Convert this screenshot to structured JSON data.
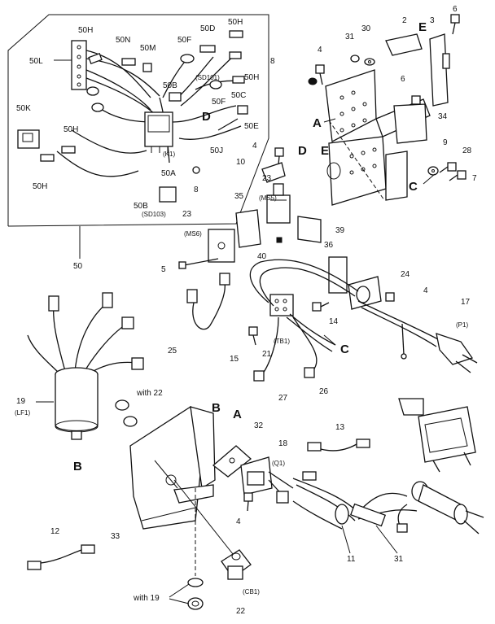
{
  "labels": {
    "n50H_a": "50H",
    "n50N": "50N",
    "n50M": "50M",
    "n50F_a": "50F",
    "n50D": "50D",
    "n50H_b": "50H",
    "n50L": "50L",
    "n50H_c": "50H",
    "nSD101": "(SD101)",
    "n50B_a": "50B",
    "n50C": "50C",
    "n50F_b": "50F",
    "n50K": "50K",
    "n50H_d": "50H",
    "n50E": "50E",
    "nK1": "(K1)",
    "n50J": "50J",
    "n50A": "50A",
    "n50H_e": "50H",
    "n50B_b": "50B",
    "nSD103": "(SD103)",
    "n8_a": "8",
    "n50": "50",
    "n4_a": "4",
    "n8_b": "8",
    "n31_a": "31",
    "n30": "30",
    "n2": "2",
    "n3": "3",
    "n6_a": "6",
    "n6_b": "6",
    "n34": "34",
    "n4_b": "4",
    "n10": "10",
    "n23_a": "23",
    "nMS5": "(MS5)",
    "n9": "9",
    "n28": "28",
    "n7": "7",
    "n35": "35",
    "n23_b": "23",
    "nMS6": "(MS6)",
    "n39": "39",
    "n40": "40",
    "n5": "5",
    "n36": "36",
    "n24": "24",
    "n4_c": "4",
    "n17": "17",
    "nP1": "(P1)",
    "n14": "14",
    "n25": "25",
    "n15": "15",
    "n21": "21",
    "nTB1": "(TB1)",
    "n27": "27",
    "n26": "26",
    "n19_a": "19",
    "nLF1": "(LF1)",
    "nwith22": "with 22",
    "n13": "13",
    "n32": "32",
    "n18": "18",
    "nQ1": "(Q1)",
    "n4_d": "4",
    "n11": "11",
    "n31_b": "31",
    "n12": "12",
    "n33": "33",
    "nCB1": "(CB1)",
    "nwith19": "with 19",
    "n22": "22"
  },
  "letters": {
    "E_top": "E",
    "A_top": "A",
    "D_inset": "D",
    "D_mid": "D",
    "E_mid": "E",
    "C_right": "C",
    "C_mid": "C",
    "B_cap": "B",
    "B_plate": "B",
    "A_plate": "A"
  },
  "colors": {
    "ink": "#111111",
    "paper": "#ffffff"
  }
}
